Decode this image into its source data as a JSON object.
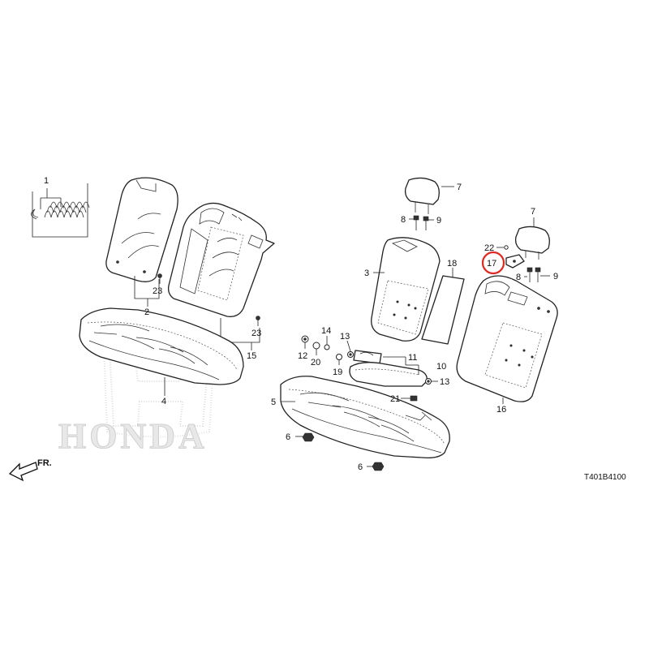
{
  "diagram": {
    "code": "T401B4100",
    "watermark_text": "HONDA",
    "front_label": "FR.",
    "highlight_color": "#e0281e",
    "highlighted_callout": "17",
    "callouts": [
      {
        "id": "c1",
        "label": "1"
      },
      {
        "id": "c2",
        "label": "2"
      },
      {
        "id": "c3",
        "label": "3"
      },
      {
        "id": "c4",
        "label": "4"
      },
      {
        "id": "c5",
        "label": "5"
      },
      {
        "id": "c6a",
        "label": "6"
      },
      {
        "id": "c6b",
        "label": "6"
      },
      {
        "id": "c7a",
        "label": "7"
      },
      {
        "id": "c7b",
        "label": "7"
      },
      {
        "id": "c8a",
        "label": "8"
      },
      {
        "id": "c8b",
        "label": "8"
      },
      {
        "id": "c9a",
        "label": "9"
      },
      {
        "id": "c9b",
        "label": "9"
      },
      {
        "id": "c10",
        "label": "10"
      },
      {
        "id": "c11",
        "label": "11"
      },
      {
        "id": "c12",
        "label": "12"
      },
      {
        "id": "c13a",
        "label": "13"
      },
      {
        "id": "c13b",
        "label": "13"
      },
      {
        "id": "c14",
        "label": "14"
      },
      {
        "id": "c15",
        "label": "15"
      },
      {
        "id": "c16",
        "label": "16"
      },
      {
        "id": "c17",
        "label": "17"
      },
      {
        "id": "c18",
        "label": "18"
      },
      {
        "id": "c19",
        "label": "19"
      },
      {
        "id": "c20",
        "label": "20"
      },
      {
        "id": "c21",
        "label": "21"
      },
      {
        "id": "c22",
        "label": "22"
      },
      {
        "id": "c23a",
        "label": "23"
      },
      {
        "id": "c23b",
        "label": "23"
      }
    ]
  }
}
